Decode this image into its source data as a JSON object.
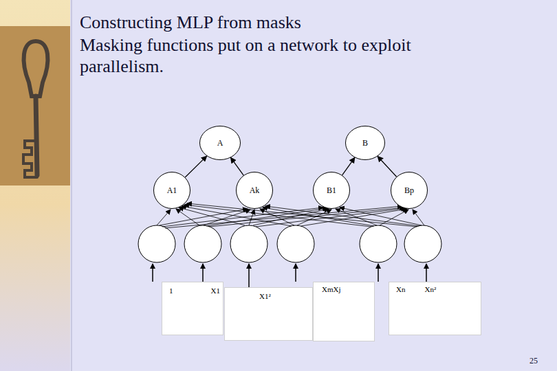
{
  "diagram": {
    "title": "Constructing MLP from masks",
    "nodes": [
      {
        "text": [
          "A"
        ]
      },
      {
        "text": [
          "B"
        ]
      },
      {
        "text": [
          "A1"
        ]
      },
      {
        "text": [
          "Ak"
        ]
      },
      {
        "text": [
          "B1"
        ]
      },
      {
        "text": [
          "Bp"
        ]
      },
      {
        "text": [
          "1",
          "X1"
        ]
      },
      {
        "text": [
          "X1²"
        ]
      },
      {
        "text": [
          "XmXj"
        ]
      },
      {
        "text": [
          "Xn",
          "Xn²"
        ]
      }
    ],
    "edges": [
      {
        "from": 2,
        "to": 0,
        "arrow": "to"
      },
      {
        "from": 3,
        "to": 0,
        "arrow": "to"
      },
      {
        "from": 4,
        "to": 1,
        "arrow": "to"
      },
      {
        "from": 5,
        "to": 1,
        "arrow": "to"
      }
    ],
    "labels": [
      "Masking functions put on a network to exploit parallelism.",
      "25"
    ]
  }
}
